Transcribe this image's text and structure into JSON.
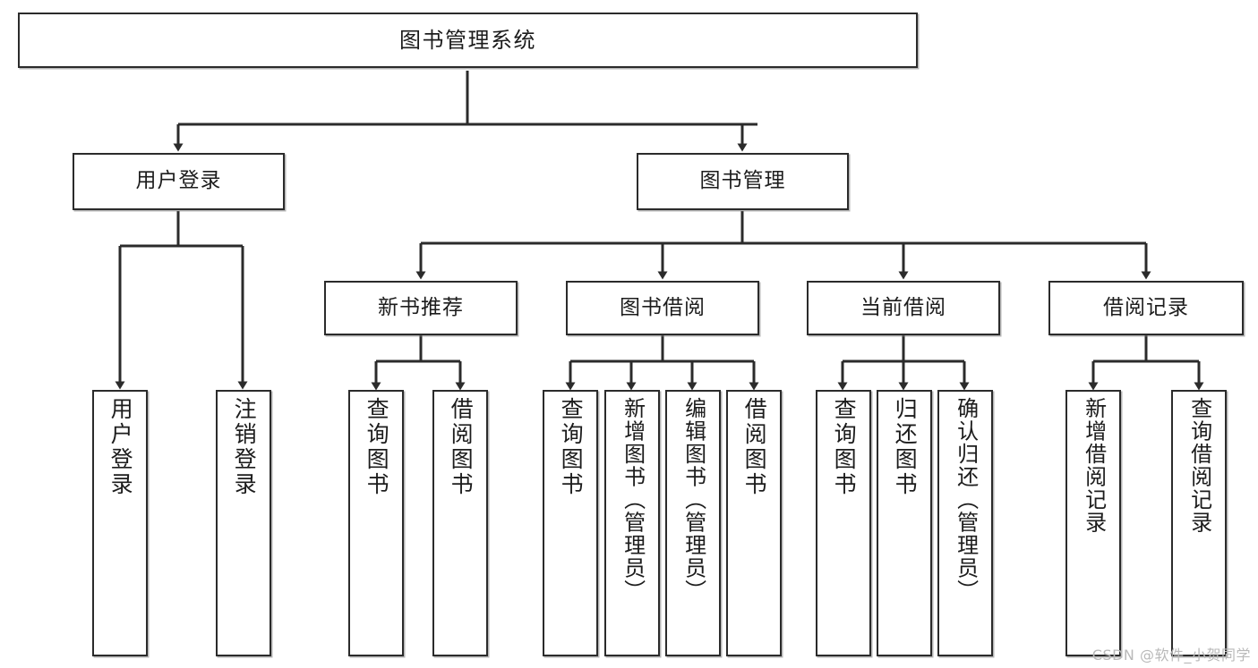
{
  "diagram": {
    "title": "图书管理系统",
    "type": "tree-hierarchy",
    "stroke_color": "#2b2b2b",
    "background_color": "#ffffff",
    "levels": {
      "root": {
        "label": "图书管理系统"
      },
      "level1": [
        {
          "id": "user-login",
          "label": "用户登录"
        },
        {
          "id": "book-manage",
          "label": "图书管理"
        }
      ],
      "level2": [
        {
          "id": "new-book-recommend",
          "label": "新书推荐",
          "parent": "book-manage"
        },
        {
          "id": "book-borrow",
          "label": "图书借阅",
          "parent": "book-manage"
        },
        {
          "id": "current-borrow",
          "label": "当前借阅",
          "parent": "book-manage"
        },
        {
          "id": "borrow-record",
          "label": "借阅记录",
          "parent": "book-manage"
        }
      ],
      "leaves": [
        {
          "id": "leaf-user-login",
          "label": "用户登录",
          "parent": "user-login"
        },
        {
          "id": "leaf-user-logout",
          "label": "注销登录",
          "parent": "user-login"
        },
        {
          "id": "leaf-query-book-1",
          "label": "查询图书",
          "parent": "new-book-recommend"
        },
        {
          "id": "leaf-borrow-book-1",
          "label": "借阅图书",
          "parent": "new-book-recommend"
        },
        {
          "id": "leaf-query-book-2",
          "label": "查询图书",
          "parent": "book-borrow"
        },
        {
          "id": "leaf-add-book",
          "label": "新增图书（管理员）",
          "parent": "book-borrow"
        },
        {
          "id": "leaf-edit-book",
          "label": "编辑图书（管理员）",
          "parent": "book-borrow"
        },
        {
          "id": "leaf-borrow-book-2",
          "label": "借阅图书",
          "parent": "book-borrow"
        },
        {
          "id": "leaf-query-book-3",
          "label": "查询图书",
          "parent": "current-borrow"
        },
        {
          "id": "leaf-return-book",
          "label": "归还图书",
          "parent": "current-borrow"
        },
        {
          "id": "leaf-confirm-return",
          "label": "确认归还（管理员）",
          "parent": "current-borrow"
        },
        {
          "id": "leaf-add-record",
          "label": "新增借阅记录",
          "parent": "borrow-record"
        },
        {
          "id": "leaf-query-record",
          "label": "查询借阅记录",
          "parent": "borrow-record"
        }
      ]
    }
  },
  "watermark": {
    "text": "CSDN @软件_小贺同学"
  },
  "chart_data": {
    "type": "table",
    "title": "图书管理系统 功能结构图",
    "nodes": [
      {
        "level": 0,
        "label": "图书管理系统"
      },
      {
        "level": 1,
        "label": "用户登录"
      },
      {
        "level": 1,
        "label": "图书管理"
      },
      {
        "level": 2,
        "label": "新书推荐"
      },
      {
        "level": 2,
        "label": "图书借阅"
      },
      {
        "level": 2,
        "label": "当前借阅"
      },
      {
        "level": 2,
        "label": "借阅记录"
      },
      {
        "level": 3,
        "label": "用户登录"
      },
      {
        "level": 3,
        "label": "注销登录"
      },
      {
        "level": 3,
        "label": "查询图书"
      },
      {
        "level": 3,
        "label": "借阅图书"
      },
      {
        "level": 3,
        "label": "查询图书"
      },
      {
        "level": 3,
        "label": "新增图书（管理员）"
      },
      {
        "level": 3,
        "label": "编辑图书（管理员）"
      },
      {
        "level": 3,
        "label": "借阅图书"
      },
      {
        "level": 3,
        "label": "查询图书"
      },
      {
        "level": 3,
        "label": "归还图书"
      },
      {
        "level": 3,
        "label": "确认归还（管理员）"
      },
      {
        "level": 3,
        "label": "新增借阅记录"
      },
      {
        "level": 3,
        "label": "查询借阅记录"
      }
    ],
    "edges": [
      [
        "图书管理系统",
        "用户登录"
      ],
      [
        "图书管理系统",
        "图书管理"
      ],
      [
        "用户登录",
        "用户登录"
      ],
      [
        "用户登录",
        "注销登录"
      ],
      [
        "图书管理",
        "新书推荐"
      ],
      [
        "图书管理",
        "图书借阅"
      ],
      [
        "图书管理",
        "当前借阅"
      ],
      [
        "图书管理",
        "借阅记录"
      ],
      [
        "新书推荐",
        "查询图书"
      ],
      [
        "新书推荐",
        "借阅图书"
      ],
      [
        "图书借阅",
        "查询图书"
      ],
      [
        "图书借阅",
        "新增图书（管理员）"
      ],
      [
        "图书借阅",
        "编辑图书（管理员）"
      ],
      [
        "图书借阅",
        "借阅图书"
      ],
      [
        "当前借阅",
        "查询图书"
      ],
      [
        "当前借阅",
        "归还图书"
      ],
      [
        "当前借阅",
        "确认归还（管理员）"
      ],
      [
        "借阅记录",
        "新增借阅记录"
      ],
      [
        "借阅记录",
        "查询借阅记录"
      ]
    ]
  }
}
